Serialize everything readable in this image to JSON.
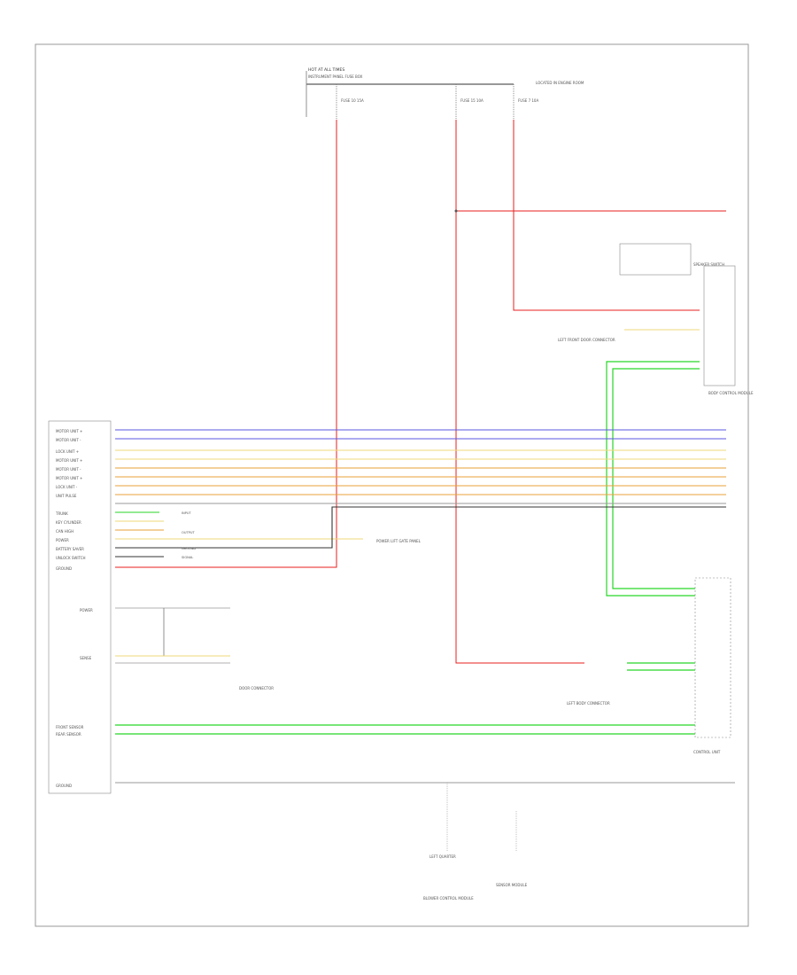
{
  "diagram": {
    "footer_code": "",
    "power_source": "HOT AT ALL TIMES",
    "panel_label": "INSTRUMENT PANEL FUSE BOX",
    "fuse_labels": [
      "FUSE 10 15A",
      "FUSE 15 10A",
      "FUSE 7 10A"
    ],
    "wire_colors": {
      "red": "#e81f1f",
      "blue": "#5b57e0",
      "yellow": "#efd87a",
      "orange": "#e8a23a",
      "green": "#27d627",
      "black": "#333333",
      "grey": "#999999"
    },
    "left_pin_labels": [
      "MOTOR UNIT +",
      "MOTOR UNIT -",
      "LOCK UNIT +",
      "MOTOR UNIT +",
      "MOTOR UNIT -",
      "MOTOR UNIT +",
      "LOCK UNIT -",
      "UNIT PULSE",
      "TRUNK",
      "KEY CYLINDER",
      "CAN HIGH",
      "POWER",
      "BATTERY SAVER",
      "UNLOCK SWITCH",
      "GROUND"
    ],
    "mid_pin_labels": [
      "INPUT",
      "OUTPUT",
      "SIGNAL",
      "GROUND"
    ],
    "lower_left_labels": [
      "POWER",
      "SENSE",
      "FRONT SENSOR",
      "REAR SENSOR",
      "GROUND"
    ],
    "right_labels": {
      "upper_fuse": "LOCATED IN ENGINE ROOM",
      "upper_component": "SPEAKER SWITCH",
      "mid_connector": "LEFT FRONT DOOR CONNECTOR",
      "right_module": "BODY CONTROL MODULE",
      "lower_module": "CONTROL UNIT",
      "lower_connector": "LEFT BODY CONNECTOR",
      "side_panel": "POWER LIFT GATE PANEL"
    },
    "bottom_labels": {
      "ground_left": "LEFT QUARTER",
      "module_left": "BLOWER CONTROL MODULE",
      "module_right": "SENSOR MODULE"
    },
    "connector_label": "DOOR CONNECTOR"
  }
}
